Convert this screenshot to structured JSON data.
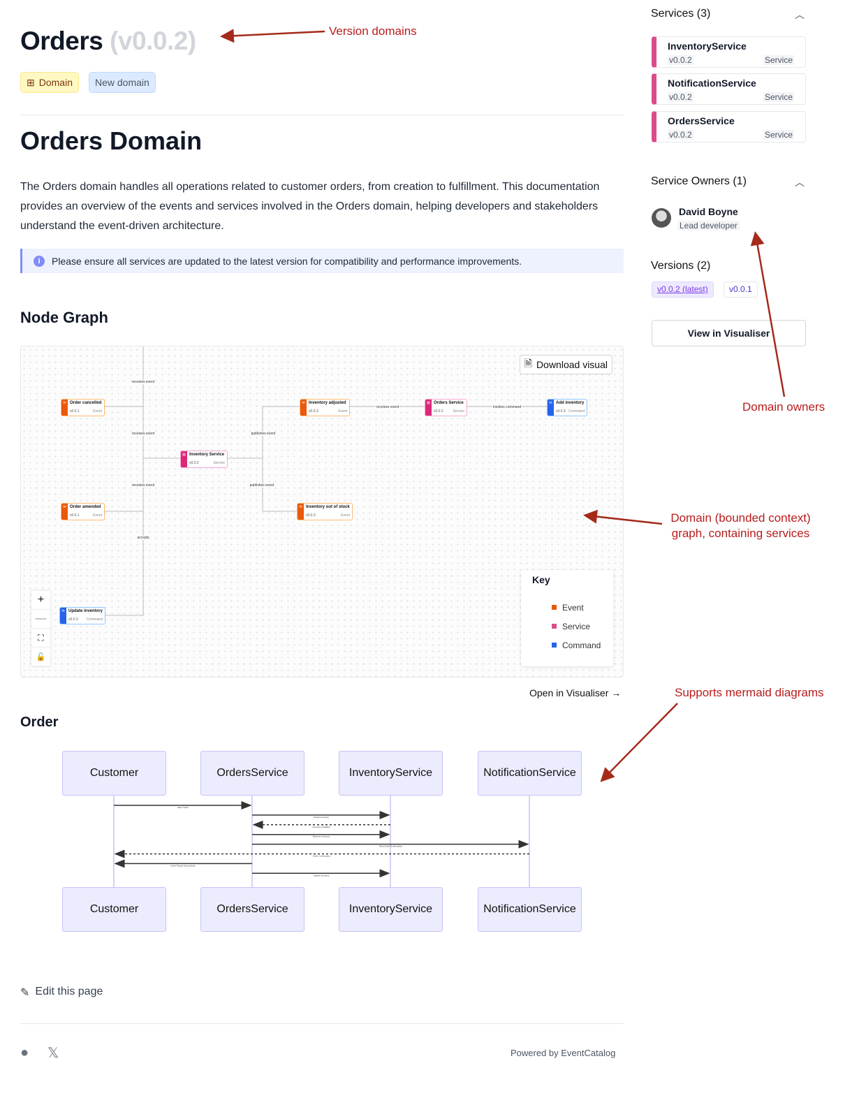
{
  "header": {
    "title": "Orders",
    "version": "(v0.0.2)",
    "badges": [
      {
        "label": "Domain",
        "icon": "domain-icon"
      },
      {
        "label": "New domain"
      }
    ]
  },
  "content": {
    "heading": "Orders Domain",
    "description": "The Orders domain handles all operations related to customer orders, from creation to fulfillment. This documentation provides an overview of the events and services involved in the Orders domain, helping developers and stakeholders understand the event-driven architecture.",
    "callout": "Please ensure all services are updated to the latest version for compatibility and performance improvements.",
    "node_graph_title": "Node Graph",
    "download_label": "Download visual",
    "open_visualiser": "Open in Visualiser →",
    "mermaid_title": "Order",
    "edit_page": "Edit this page",
    "powered_by": "Powered by EventCatalog"
  },
  "graph": {
    "nodes": [
      {
        "name": "Order cancelled",
        "version": "v0.0.1",
        "type": "Event"
      },
      {
        "name": "Inventory adjusted",
        "version": "v0.0.3",
        "type": "Event"
      },
      {
        "name": "Orders Service",
        "version": "v0.0.2",
        "type": "Service"
      },
      {
        "name": "Add inventory",
        "version": "v0.0.3",
        "type": "Command"
      },
      {
        "name": "Inventory Service",
        "version": "v0.0.2",
        "type": "Service"
      },
      {
        "name": "Order amended",
        "version": "v0.0.1",
        "type": "Event"
      },
      {
        "name": "Inventory out of stock",
        "version": "v0.0.3",
        "type": "Event"
      },
      {
        "name": "Update inventory",
        "version": "v0.0.3",
        "type": "Command"
      }
    ],
    "edge_labels": [
      "receives event",
      "receives event",
      "receives event",
      "accepts",
      "publishes event",
      "publishes event",
      "receives event",
      "invokes command"
    ],
    "controls": [
      "+",
      "—",
      "⛶",
      "🔓"
    ],
    "key": {
      "title": "Key",
      "items": [
        {
          "label": "Event",
          "color": "#ea580c"
        },
        {
          "label": "Service",
          "color": "#db4c8a"
        },
        {
          "label": "Command",
          "color": "#2563eb"
        }
      ]
    }
  },
  "sequence": {
    "actors": [
      "Customer",
      "OrdersService",
      "InventoryService",
      "NotificationService"
    ],
    "messages": [
      {
        "from": 0,
        "to": 1,
        "label": "Place Order",
        "dashed": false
      },
      {
        "from": 1,
        "to": 2,
        "label": "Check Inventory",
        "dashed": false
      },
      {
        "from": 2,
        "to": 1,
        "label": "Inventory Available",
        "dashed": true
      },
      {
        "from": 1,
        "to": 2,
        "label": "Reserve Inventory",
        "dashed": false
      },
      {
        "from": 1,
        "to": 3,
        "label": "Send Order Confirmation",
        "dashed": false
      },
      {
        "from": 3,
        "to": 0,
        "label": "Order Confirmation",
        "dashed": true
      },
      {
        "from": 1,
        "to": 0,
        "label": "Order Placed Successfully",
        "dashed": false
      },
      {
        "from": 1,
        "to": 2,
        "label": "Update Inventory",
        "dashed": false
      }
    ]
  },
  "sidebar": {
    "services_title": "Services (3)",
    "services": [
      {
        "name": "InventoryService",
        "version": "v0.0.2",
        "type": "Service"
      },
      {
        "name": "NotificationService",
        "version": "v0.0.2",
        "type": "Service"
      },
      {
        "name": "OrdersService",
        "version": "v0.0.2",
        "type": "Service"
      }
    ],
    "owners_title": "Service Owners (1)",
    "owner": {
      "name": "David Boyne",
      "role": "Lead developer"
    },
    "versions_title": "Versions (2)",
    "versions": [
      "v0.0.2 (latest)",
      "v0.0.1"
    ],
    "visualiser_button": "View in Visualiser"
  },
  "annotations": [
    "Version domains",
    "Domain owners",
    "Domain (bounded context) graph, containing services",
    "Supports mermaid diagrams"
  ],
  "colors": {
    "annotation": "#b91c1c",
    "service": "#db4c8a",
    "event": "#ea580c",
    "command": "#2563eb"
  }
}
